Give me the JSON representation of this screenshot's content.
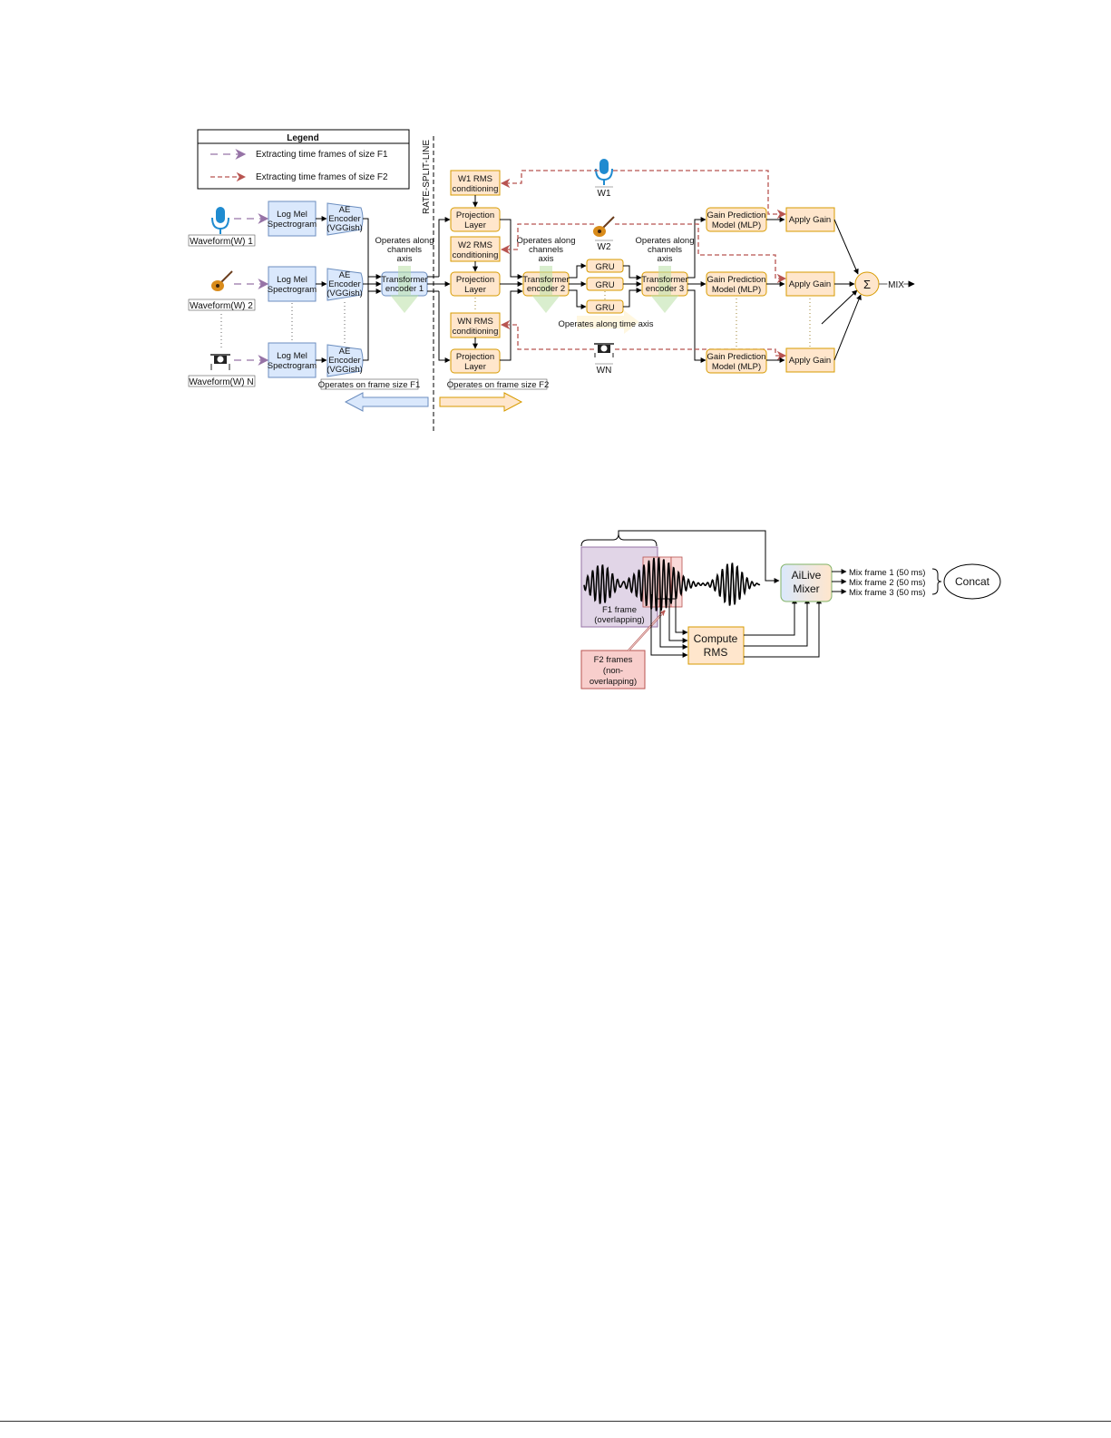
{
  "legend": {
    "title": "Legend",
    "items": [
      {
        "label": "Extracting time frames of size F1",
        "color": "#9673a6"
      },
      {
        "label": "Extracting time frames of size F2",
        "color": "#b85450"
      }
    ]
  },
  "rate_split_line": "RATE-SPLIT-LINE",
  "inputs": [
    {
      "label": "Waveform(W) 1",
      "icon": "microphone-icon"
    },
    {
      "label": "Waveform(W) 2",
      "icon": "guitar-icon"
    },
    {
      "label": "Waveform(W) N",
      "icon": "drum-kit-icon"
    }
  ],
  "log_mel": [
    "Log Mel",
    "Spectrogram"
  ],
  "ae_encoder": [
    "AE",
    "Encoder",
    "(VGGish)"
  ],
  "transformer_1": [
    "Transformer",
    "encoder 1"
  ],
  "transformer_2": [
    "Transformer",
    "encoder 2"
  ],
  "transformer_3": [
    "Transformer",
    "encoder 3"
  ],
  "operates_channels": [
    "Operates along",
    "channels",
    "axis"
  ],
  "operates_time": "Operates along time axis",
  "rms_conditioning": [
    [
      "W1 RMS",
      "conditioning"
    ],
    [
      "W2 RMS",
      "conditioning"
    ],
    [
      "WN RMS",
      "conditioning"
    ]
  ],
  "projection_layer": [
    "Projection",
    "Layer"
  ],
  "gru": "GRU",
  "side_inputs": [
    "W1",
    "W2",
    "WN"
  ],
  "gain_prediction": [
    "Gain Prediction",
    "Model (MLP)"
  ],
  "apply_gain": "Apply Gain",
  "sum_symbol": "Σ",
  "mix": "MIX",
  "frame_f1_caption": "Operates on frame size F1",
  "frame_f2_caption": "Operates on frame size F2",
  "lower": {
    "f1_frame": [
      "F1 frame",
      "(overlapping)"
    ],
    "f2_frames": [
      "F2 frames",
      "(non-",
      "overlapping)"
    ],
    "compute_rms": [
      "Compute",
      "RMS"
    ],
    "mixer": [
      "AiLive",
      "Mixer"
    ],
    "mix_frames": [
      "Mix frame 1 (50 ms)",
      "Mix frame 2 (50 ms)",
      "Mix frame 3 (50 ms)"
    ],
    "concat": "Concat"
  },
  "colors": {
    "blue_fill": "#dae8fc",
    "blue_stroke": "#6c8ebf",
    "orange_fill": "#ffe6cc",
    "orange_stroke": "#d79b00",
    "f1_line": "#9673a6",
    "f2_line": "#b85450",
    "purple_region": "#e1d5e7",
    "pink_region": "#f8cecc"
  }
}
